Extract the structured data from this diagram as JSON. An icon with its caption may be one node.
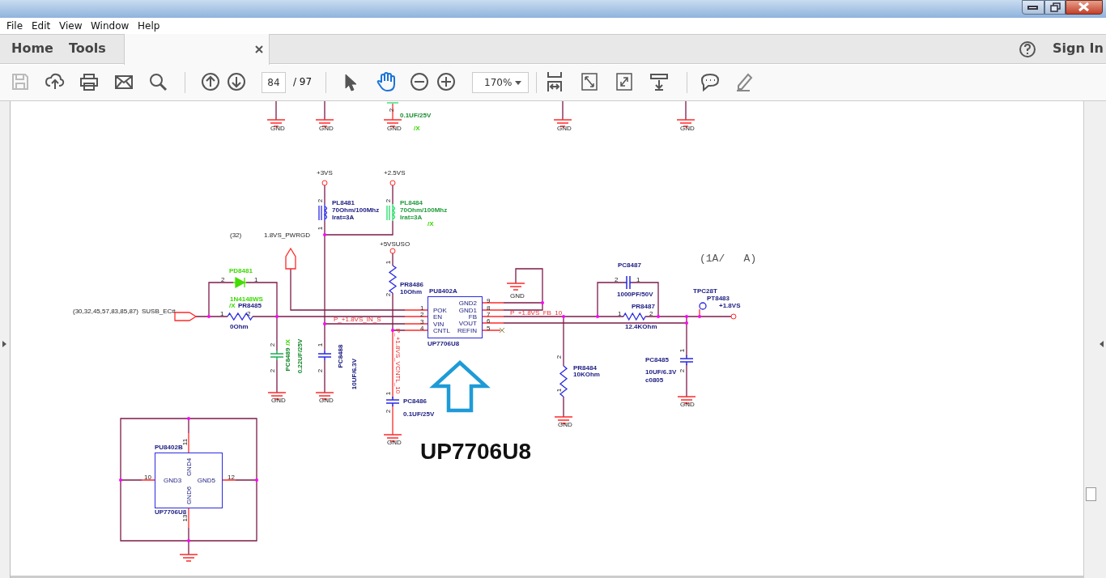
{
  "diagram": {
    "nodes": [
      {
        "text": [
          "POK",
          "EN",
          "VIN",
          "CNTL",
          "GND2",
          "GND1",
          "FB",
          "VOUT",
          "REFIN"
        ],
        "beside": [
          "PU8402A",
          "1",
          "2",
          "3",
          "4",
          "9",
          "8",
          "7",
          "6",
          "5",
          "UP7706U8"
        ]
      },
      {
        "text": [
          "GND4",
          "GND3",
          "GND5",
          "GND6"
        ],
        "beside": [
          "PU8402B",
          "11",
          "10",
          "12",
          "13",
          "UP7706U8"
        ]
      },
      {
        "text": [
          "UP7706U8"
        ]
      }
    ],
    "edges": [
      {
        "from": 2,
        "to": 0,
        "arrow": "to",
        "style": "thick",
        "color": "#1e9bd7"
      }
    ],
    "labels": [
      "File",
      "Edit",
      "View",
      "Window",
      "Help",
      "Home",
      "Tools",
      "Sign In",
      "84",
      "/ 97",
      "170%",
      "2",
      "0.1UF/25V",
      "GND",
      "GND",
      "GND",
      "/X",
      "GND",
      "GND",
      "+3VS",
      "+2.5VS",
      "2",
      "PL8481",
      "70Ohm/100Mhz",
      "Irat=3A",
      "1",
      "2",
      "PL8484",
      "70Ohm/100Mhz",
      "Irat=3A",
      "/X",
      "(32)",
      "1.8VS_PWRGD",
      "+5VSUSO",
      "(1A/   A)",
      "1",
      "PC8487",
      "PD8481",
      "2",
      "1",
      "2",
      "1",
      "PR8486",
      "10Ohm",
      "2",
      "1N4148WS",
      "GND",
      "1000PF/50V",
      "TPC28T",
      "PT8483",
      "/X",
      "PR8485",
      "PR8487",
      "+1.8VS",
      "(30,32,45,57,83,85,87)",
      "SUSB_EC#",
      "1",
      "2",
      "P_+1.8VS_FB_10",
      "1",
      "2",
      "P_+1.8VS_IN_S",
      "0Ohm",
      "12.4KOhm",
      "P_+1.8VS_VCNTL_10",
      "2",
      "/X",
      "PC8489",
      "0.22UF/25V",
      "1",
      "PC8488",
      "10UF/6.3V",
      "2",
      "2",
      "2",
      "PR8484",
      "10KOhm",
      "PC8485",
      "1",
      "10UF/6.3V",
      "c0805",
      "2",
      "1",
      "GND",
      "GND",
      "1",
      "PC8486",
      "GND",
      "2",
      "0.1UF/25V",
      "GND",
      "GND"
    ]
  }
}
